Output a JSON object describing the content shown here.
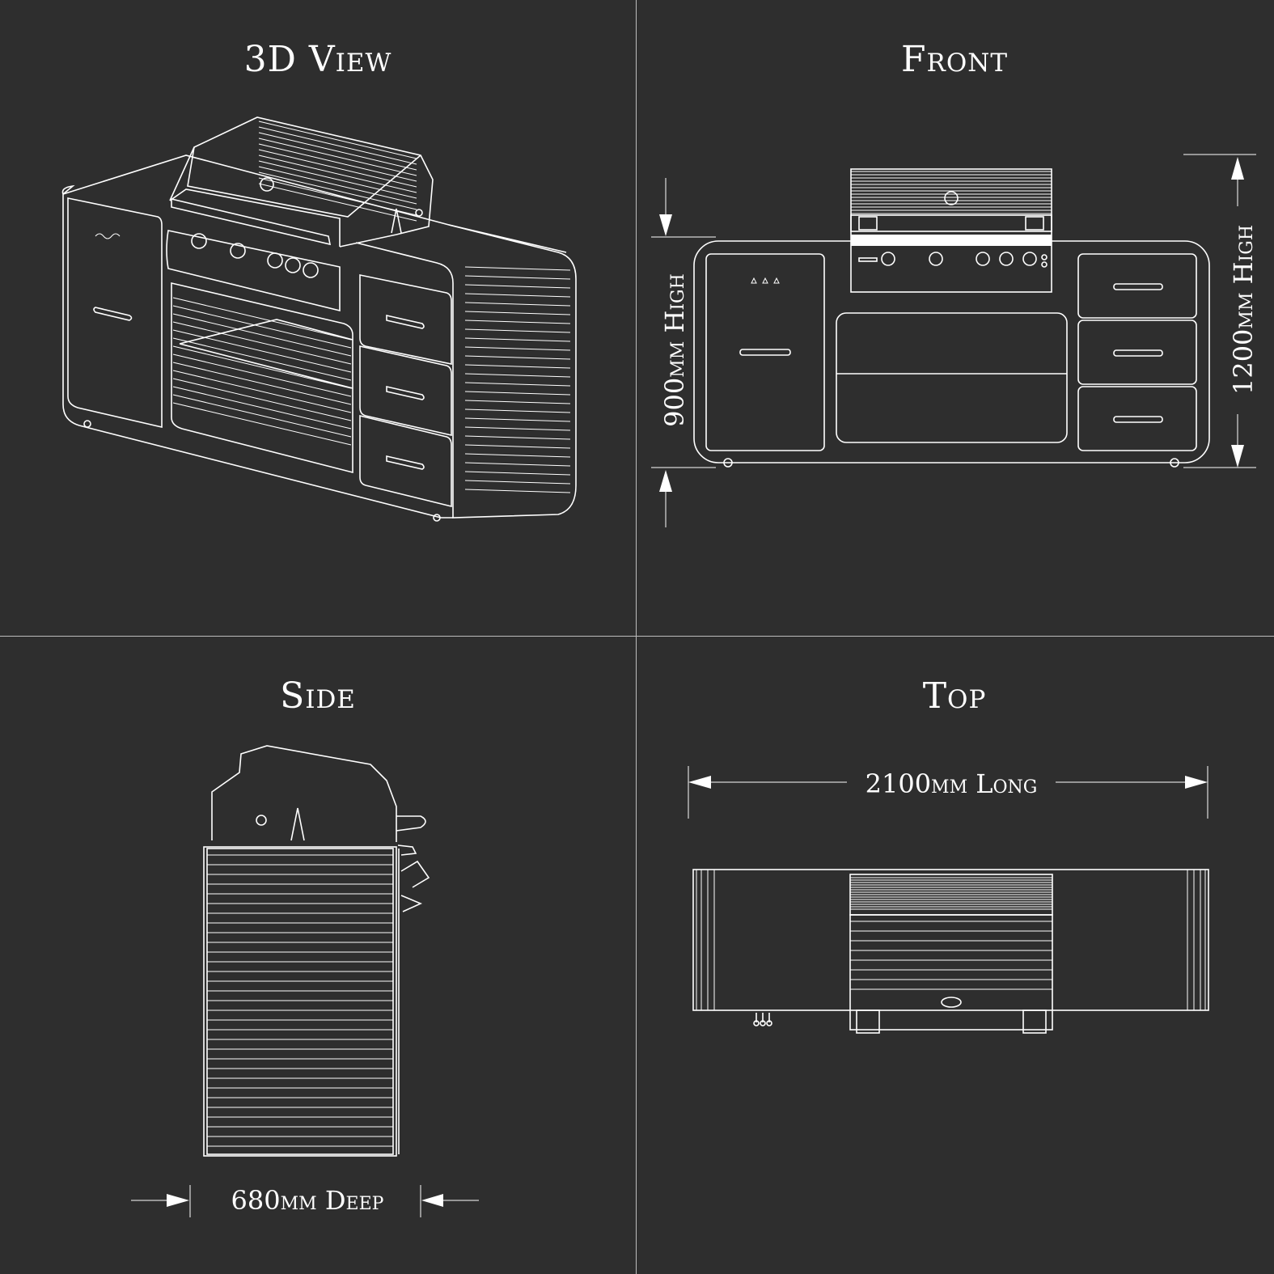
{
  "views": {
    "view_3d": "3D View",
    "front": "Front",
    "side": "Side",
    "top": "Top"
  },
  "dimensions": {
    "height_counter": "900mm High",
    "height_overall": "1200mm High",
    "depth": "680mm Deep",
    "length": "2100mm Long"
  },
  "colors": {
    "background": "#2e2e2e",
    "linework": "#ffffff",
    "divider": "#bdbdbd"
  }
}
